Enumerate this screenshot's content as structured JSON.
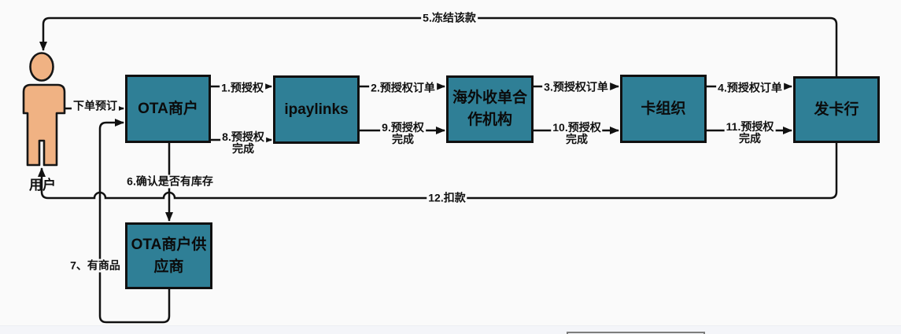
{
  "diagram": {
    "title_hint": "pre-authorization payment flow",
    "colors": {
      "background": "#fafafa",
      "node_fill": "#2f7f96",
      "node_border": "#101010",
      "line": "#111111",
      "person_skin": "#f0b283",
      "footer_strip": "#f4f5f9"
    },
    "nodes": {
      "user": {
        "label": "用户"
      },
      "ota": {
        "label": "OTA商户"
      },
      "ipaylinks": {
        "label": "ipaylinks"
      },
      "acquirer": {
        "label": "海外收单合作机构"
      },
      "card_org": {
        "label": "卡组织"
      },
      "issuer": {
        "label": "发卡行"
      },
      "supplier": {
        "label": "OTA商户供应商"
      }
    },
    "edges": {
      "place_order": {
        "label": "下单预订"
      },
      "e1": {
        "label": "1.预授权"
      },
      "e2": {
        "label": "2.预授权订单"
      },
      "e3": {
        "label": "3.预授权订单"
      },
      "e4": {
        "label": "4.预授权订单"
      },
      "e5": {
        "label": "5.冻结该款"
      },
      "e6": {
        "label": "6.确认是否有库存"
      },
      "e7": {
        "label": "7、有商品"
      },
      "e8": {
        "label": "8.预授权",
        "label2": "完成"
      },
      "e9": {
        "label": "9.预授权",
        "label2": "完成"
      },
      "e10": {
        "label": "10.预授权",
        "label2": "完成"
      },
      "e11": {
        "label": "11.预授权",
        "label2": "完成"
      },
      "e12": {
        "label": "12.扣款"
      }
    }
  }
}
